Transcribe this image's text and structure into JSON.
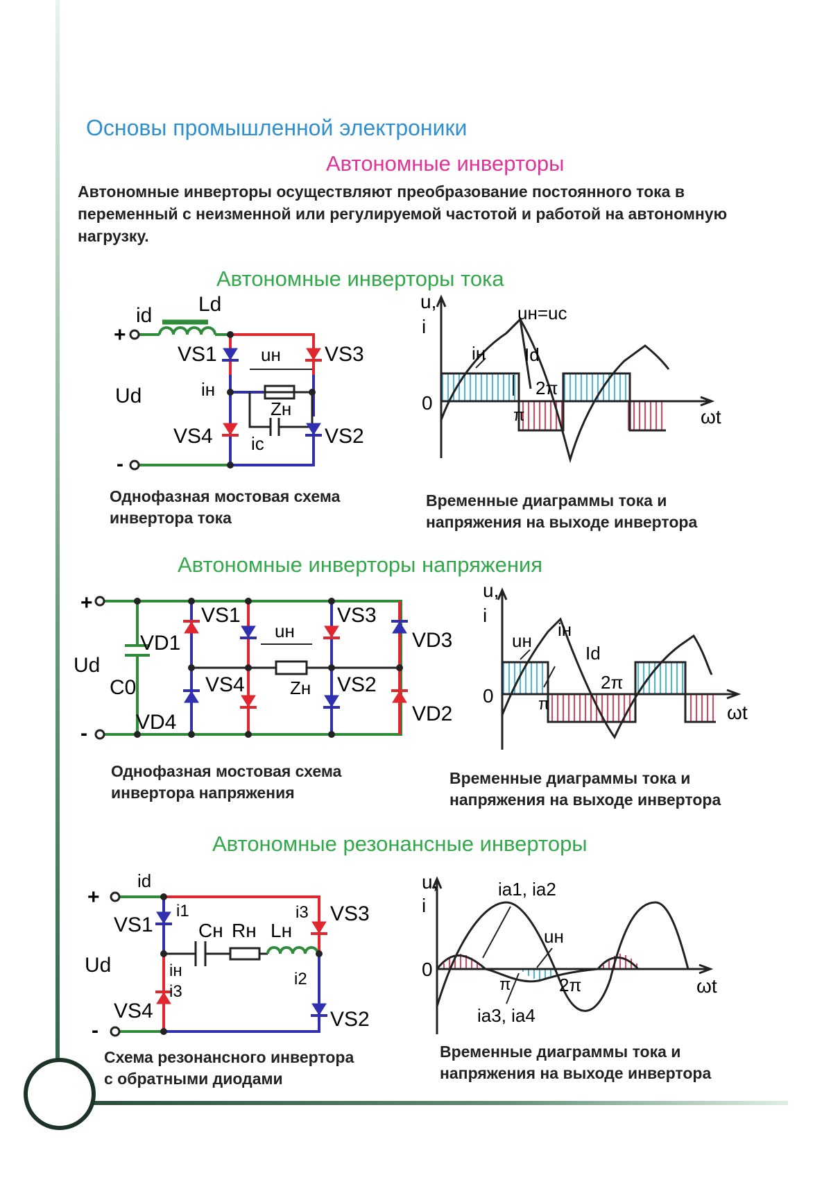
{
  "header": {
    "title": "Основы промышленной электроники"
  },
  "main_title": "Автономные инверторы",
  "intro": "Автономные инверторы осуществляют преобразование постоянного тока в переменный с неизменной или регулируемой частотой и работой на автономную нагрузку.",
  "colors": {
    "header": "#2f8fcf",
    "main_title": "#e0339a",
    "section": "#32a84a",
    "red": "#e0262e",
    "blue": "#2f2fb0",
    "green": "#2e8b3a",
    "cyan_fill": "#47b7e0",
    "pink_fill": "#e8405a"
  },
  "sections": [
    {
      "title": "Автономные инверторы тока",
      "circuit": {
        "labels": {
          "plus": "+",
          "minus": "-",
          "id": "id",
          "Ld": "Ld",
          "Ud": "Ud",
          "VS1": "VS1",
          "VS2": "VS2",
          "VS3": "VS3",
          "VS4": "VS4",
          "uH": "uн",
          "iH": "iн",
          "ZH": "Zн",
          "iC": "ic"
        },
        "caption": "Однофазная мостовая схема\nинвертора тока"
      },
      "diagram": {
        "labels": {
          "u": "u,",
          "i": "i",
          "zero": "0",
          "pi": "π",
          "two_pi": "2π",
          "omega_t": "ωt",
          "iH": "iн",
          "uHuC": "uн=uc",
          "Id": "Id"
        },
        "caption": "Временные диаграммы тока и\nнапряжения на выходе инвертора"
      }
    },
    {
      "title": "Автономные инверторы напряжения",
      "circuit": {
        "labels": {
          "plus": "+",
          "minus": "-",
          "Ud": "Ud",
          "C0": "C0",
          "VD1": "VD1",
          "VD2": "VD2",
          "VD3": "VD3",
          "VD4": "VD4",
          "VS1": "VS1",
          "VS2": "VS2",
          "VS3": "VS3",
          "VS4": "VS4",
          "uH": "uн",
          "ZH": "Zн"
        },
        "caption": "Однофазная мостовая схема\nинвертора напряжения"
      },
      "diagram": {
        "labels": {
          "u": "u,",
          "i": "i",
          "zero": "0",
          "pi": "π",
          "two_pi": "2π",
          "omega_t": "ωt",
          "uH": "uн",
          "iH": "iн",
          "Id": "Id"
        },
        "caption": "Временные диаграммы тока и\nнапряжения на выходе инвертора"
      }
    },
    {
      "title": "Автономные резонансные инверторы",
      "circuit": {
        "labels": {
          "plus": "+",
          "minus": "-",
          "id": "id",
          "Ud": "Ud",
          "VS1": "VS1",
          "VS2": "VS2",
          "VS3": "VS3",
          "VS4": "VS4",
          "i1": "i1",
          "i2": "i2",
          "i3a": "i3",
          "i3b": "i3",
          "iH": "iн",
          "CH": "Cн",
          "RH": "Rн",
          "LH": "Lн"
        },
        "caption": "Схема резонансного инвертора\nс обратными диодами"
      },
      "diagram": {
        "labels": {
          "u": "u,",
          "i": "i",
          "zero": "0",
          "pi": "π",
          "two_pi": "2π",
          "omega_t": "ωt",
          "ia12": "ia1, ia2",
          "uH": "uн",
          "ia34": "ia3, ia4"
        },
        "caption": "Временные диаграммы тока и\nнапряжения на выходе инвертора"
      }
    }
  ]
}
